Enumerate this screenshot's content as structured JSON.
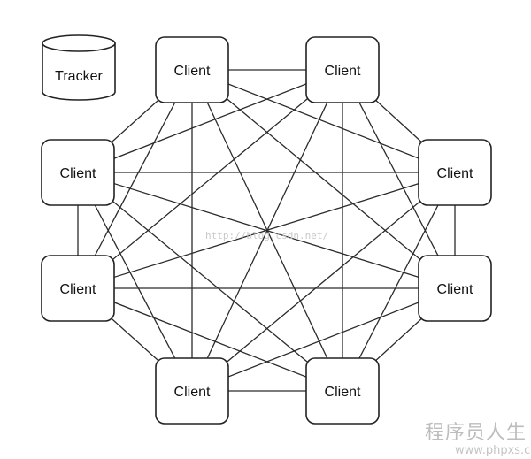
{
  "tracker": {
    "label": "Tracker"
  },
  "clients": [
    {
      "id": "c1",
      "label": "Client"
    },
    {
      "id": "c2",
      "label": "Client"
    },
    {
      "id": "c3",
      "label": "Client"
    },
    {
      "id": "c4",
      "label": "Client"
    },
    {
      "id": "c5",
      "label": "Client"
    },
    {
      "id": "c6",
      "label": "Client"
    },
    {
      "id": "c7",
      "label": "Client"
    },
    {
      "id": "c8",
      "label": "Client"
    }
  ],
  "connections": "all-to-all",
  "watermarks": {
    "url": "http://blog.csdn.net/",
    "brand": "程序员人生",
    "site": "www.phpxs.com"
  }
}
